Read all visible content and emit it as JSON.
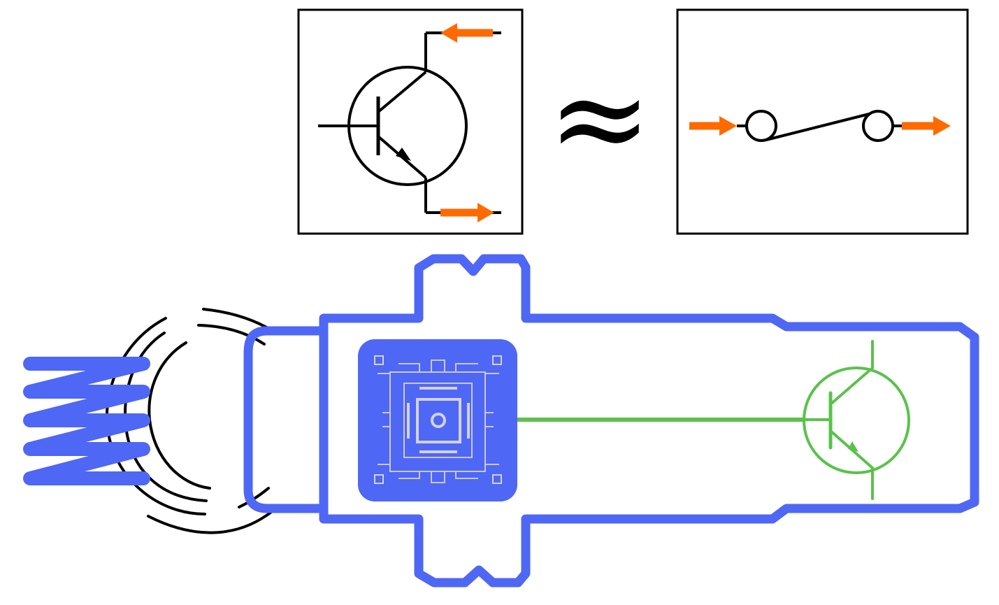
{
  "diagram": {
    "equivalence_symbol": "≈"
  },
  "colors": {
    "outline": "#000000",
    "arrow": "#ff6a00",
    "device_blue": "#4f67f5",
    "chip_fill": "#4f67f5",
    "chip_trace": "#c8c8d8",
    "transistor_green": "#5ac24a",
    "background": "#ffffff"
  },
  "icons": {
    "top_left": "npn-transistor-symbol",
    "top_right": "switch-symbol",
    "bottom_left": "coil-spring",
    "bottom_chip": "chip-icon",
    "bottom_right": "npn-transistor-symbol"
  }
}
